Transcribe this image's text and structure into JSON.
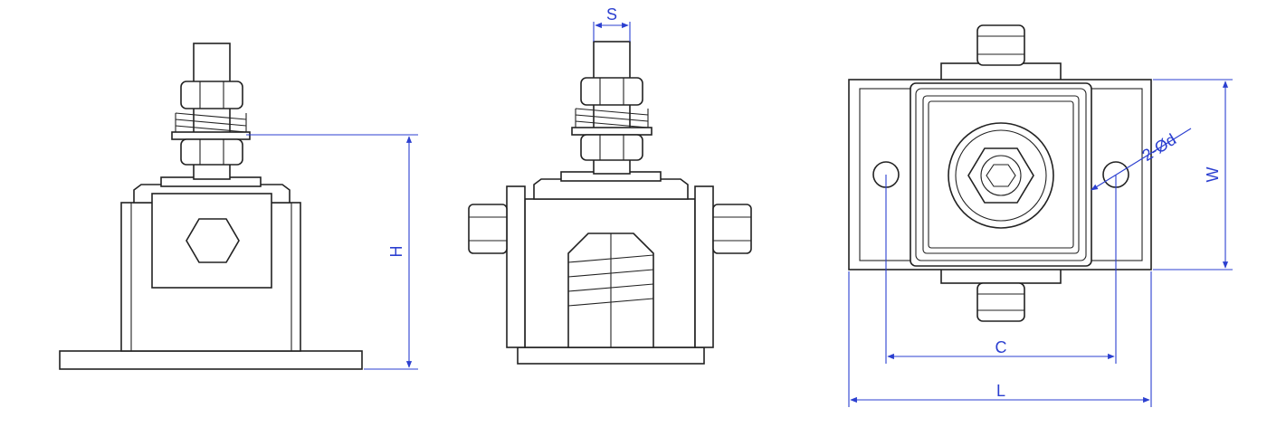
{
  "colors": {
    "line": "#222222",
    "dimension": "#2b3fd0",
    "background": "#ffffff"
  },
  "labels": {
    "height": "H",
    "stud": "S",
    "hole_spacing": "C",
    "length": "L",
    "width": "W",
    "holes": "2-Ød"
  }
}
